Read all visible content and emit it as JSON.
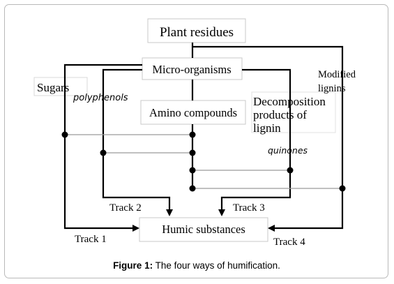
{
  "diagram": {
    "nodes": {
      "plant_residues": "Plant residues",
      "micro_organisms": "Micro-organisms",
      "amino_compounds": "Amino compounds",
      "humic_substances": "Humic  substances",
      "sugars": "Sugars",
      "polyphenols": "polyphenols",
      "decomposition_line1": "Decomposition",
      "decomposition_line2": "products of",
      "decomposition_line3": "lignin",
      "quinones": "quinones",
      "modified_lignins_line1": "Modified",
      "modified_lignins_line2": "lignins"
    },
    "tracks": {
      "track1": "Track  1",
      "track2": "Track  2",
      "track3": "Track  3",
      "track4": "Track  4"
    }
  },
  "caption": {
    "label": "Figure 1:",
    "text": " The four ways of humification."
  },
  "colors": {
    "line": "#000000",
    "thin_line": "#9a9a9a",
    "box_border": "#c8c8c8",
    "frame_border": "#b9b9b9"
  }
}
